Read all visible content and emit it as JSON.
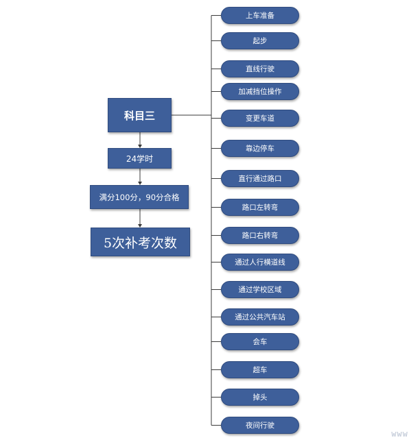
{
  "diagram": {
    "root": "科目三",
    "chain": [
      "24学时",
      "满分100分，90分合格",
      "5次补考次数"
    ],
    "items": [
      "上车准备",
      "起步",
      "直线行驶",
      "加减挡位操作",
      "变更车道",
      "靠边停车",
      "直行通过路口",
      "路口左转弯",
      "路口右转弯",
      "通过人行横道线",
      "通过学校区域",
      "通过公共汽车站",
      "会车",
      "超车",
      "掉头",
      "夜间行驶"
    ],
    "watermark": "www"
  },
  "colors": {
    "box_fill": "#3e5f9a",
    "box_border": "#2f4b7f",
    "line": "#3a3a3a",
    "text": "#ffffff"
  }
}
